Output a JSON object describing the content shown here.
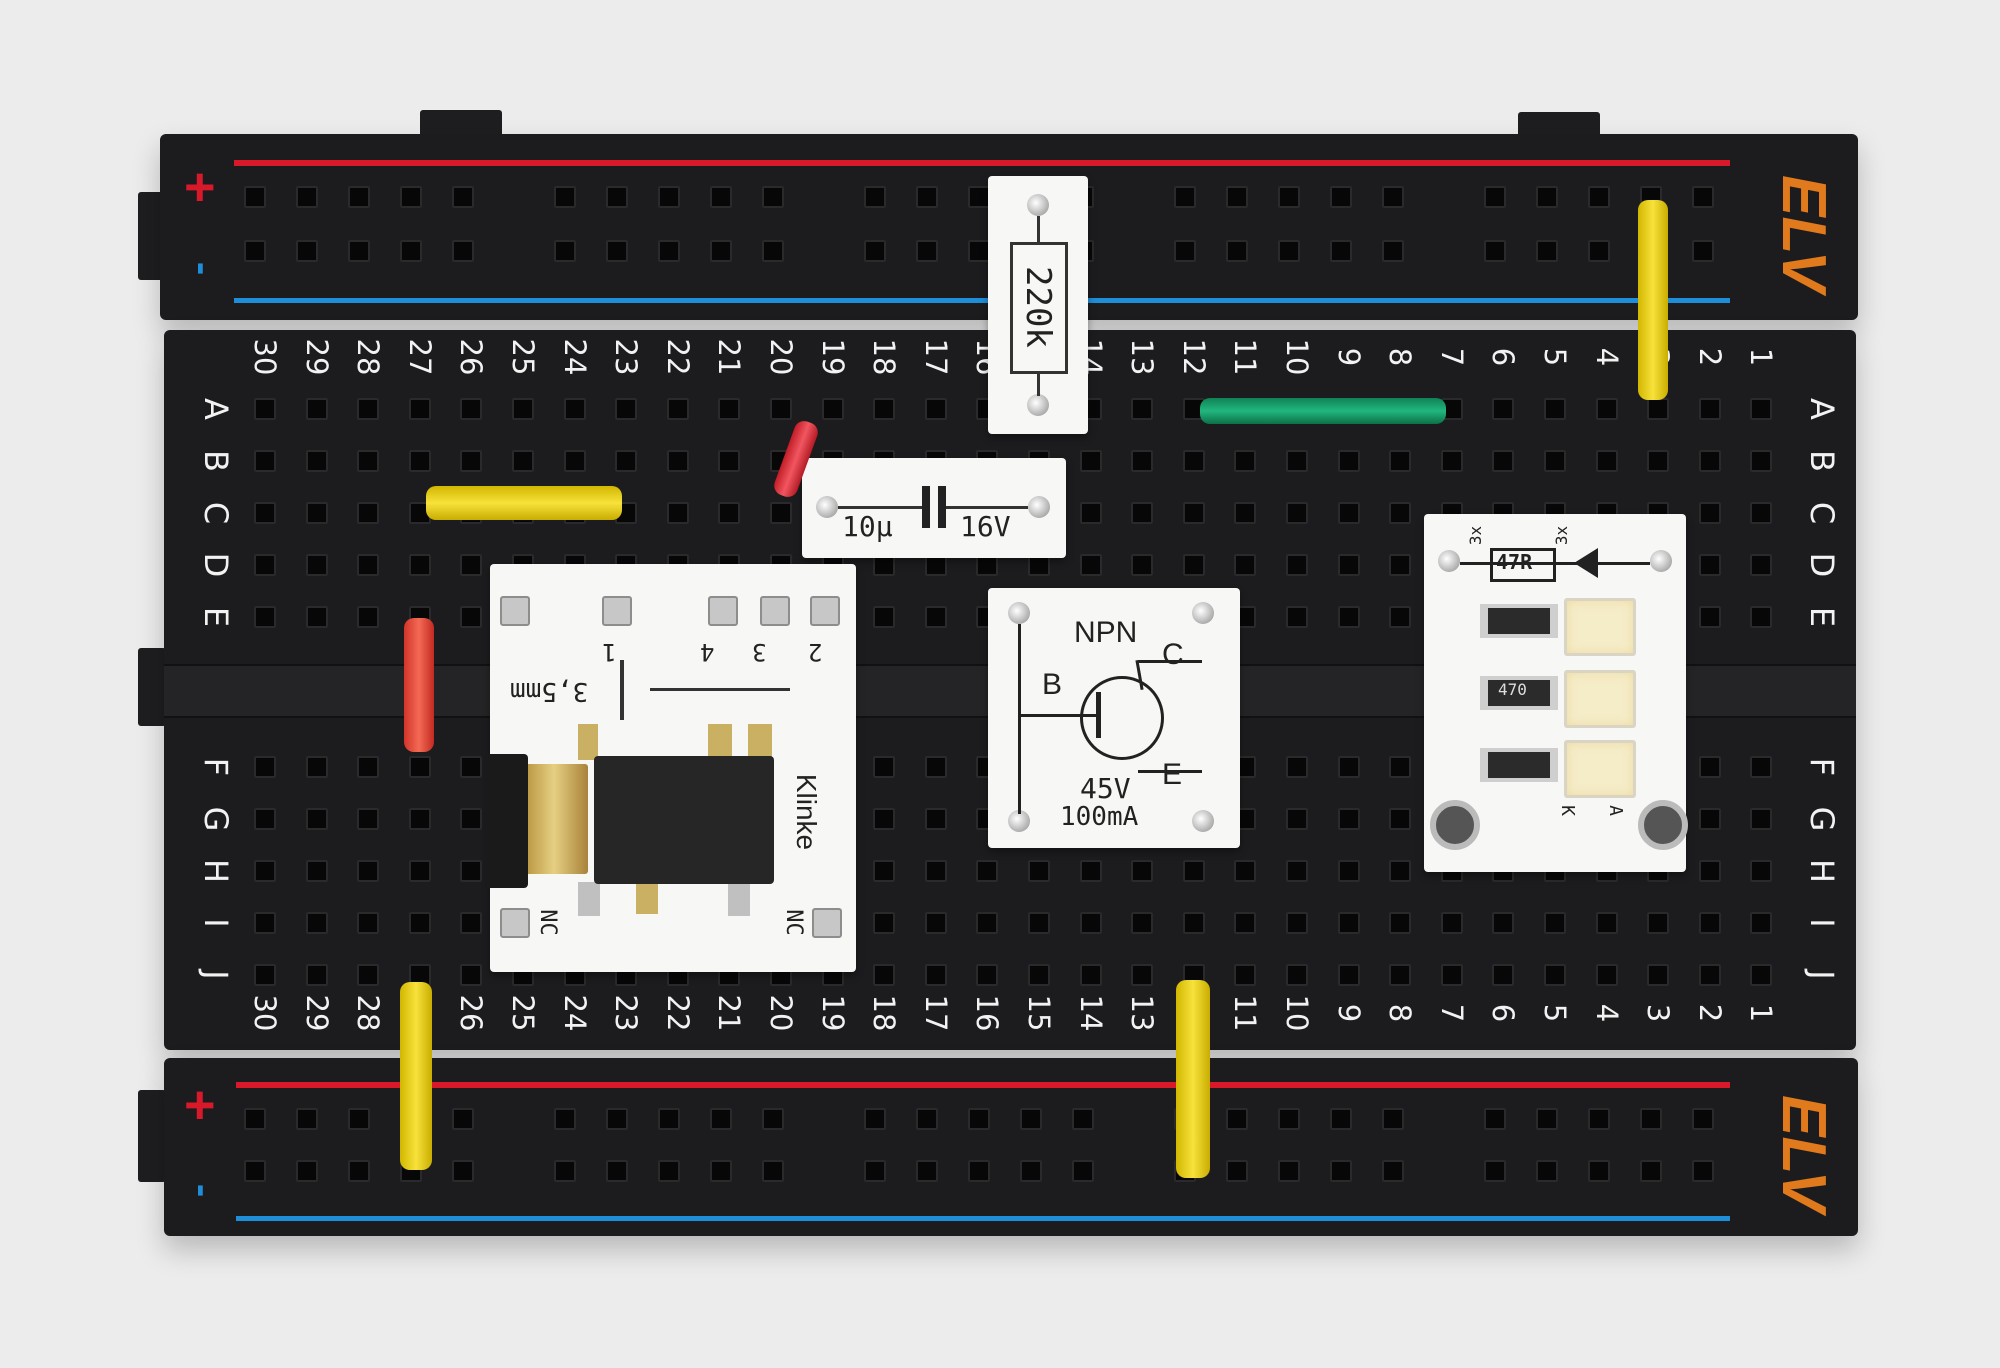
{
  "board": {
    "column_numbers": [
      "30",
      "29",
      "28",
      "27",
      "26",
      "25",
      "24",
      "23",
      "22",
      "21",
      "20",
      "19",
      "18",
      "17",
      "16",
      "15",
      "14",
      "13",
      "12",
      "11",
      "10",
      "9",
      "8",
      "7",
      "6",
      "5",
      "4",
      "3",
      "2",
      "1"
    ],
    "row_letters_top": [
      "A",
      "B",
      "C",
      "D",
      "E"
    ],
    "row_letters_bottom": [
      "F",
      "G",
      "H",
      "I",
      "J"
    ],
    "rail_plus": "+",
    "rail_minus": "-",
    "logo": "ELV"
  },
  "modules": {
    "resistor": {
      "label": "220k"
    },
    "capacitor": {
      "value": "10µ",
      "voltage": "16V"
    },
    "jack": {
      "size": "3,5mm",
      "name": "Klinke",
      "pin1": "1",
      "pin2": "2",
      "pin3": "3",
      "pin4": "4",
      "nc_left": "NC",
      "nc_right": "NC"
    },
    "transistor": {
      "type": "NPN",
      "base": "B",
      "collector": "C",
      "emitter": "E",
      "voltage": "45V",
      "current": "100mA"
    },
    "led_module": {
      "count_r": "3x",
      "count_led": "3x",
      "resistor": "47R",
      "smd_code": "470",
      "anode": "A",
      "cathode": "K"
    }
  },
  "colors": {
    "rail_red": "#d8192a",
    "rail_blue": "#1f8ed8",
    "wire_yellow": "#f1d70c",
    "wire_green": "#16a06e",
    "wire_red": "#e0333c",
    "logo_orange": "#e07a1c"
  }
}
